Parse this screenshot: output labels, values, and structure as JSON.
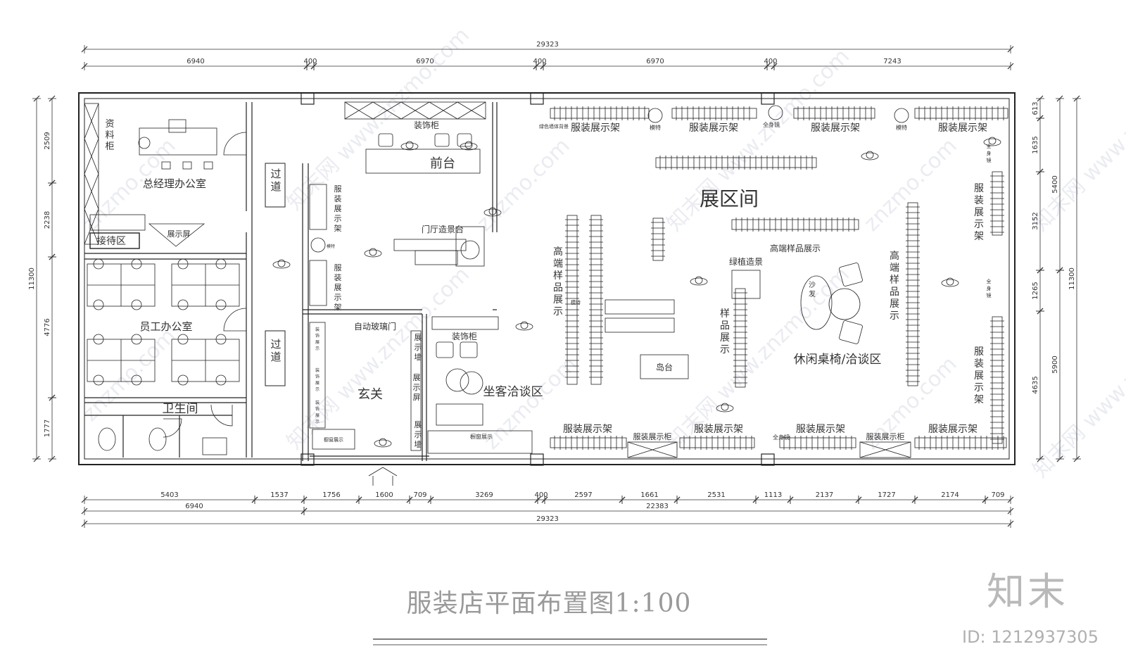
{
  "title": "服装店平面布置图1:100",
  "brand": "知末",
  "id_label": "ID: 1212937305",
  "watermark": "znzmo.com",
  "watermark_cn": "知末网",
  "dimensions": {
    "top_total": "29323",
    "top_segments": [
      "6940",
      "400",
      "6970",
      "400",
      "6970",
      "400",
      "7243"
    ],
    "bottom_segments": [
      "5403",
      "1537",
      "1756",
      "1600",
      "709",
      "3269",
      "400",
      "2597",
      "1661",
      "2531",
      "1113",
      "2137",
      "1727",
      "2174",
      "709"
    ],
    "bottom_left": "6940",
    "bottom_right": "22383",
    "bottom_total": "29323",
    "left_total": "11300",
    "left_segments": [
      "2509",
      "2238",
      "4776",
      "1777"
    ],
    "right_total": "11300",
    "right_segments": [
      "613",
      "1635",
      "3152",
      "1265",
      "4635"
    ],
    "right_groups": [
      "5400",
      "5900"
    ]
  },
  "rooms": {
    "archive_cabinet": "资料柜",
    "gm_office": "总经理办公室",
    "reception": "接待区",
    "display_screen": "展示屏",
    "staff_office": "员工办公室",
    "restroom": "卫生间",
    "corridor_1": "过道",
    "corridor_2": "过道",
    "deco_cabinet_top": "装饰柜",
    "front_desk": "前台",
    "lobby_scenery": "门厅造景台",
    "auto_door": "自动玻璃门",
    "foyer": "玄关",
    "deco_cabinet_mid": "装饰柜",
    "lounge": "坐客洽谈区",
    "display_wall_1": "展示墙",
    "display_screen_2": "展示屏",
    "display_wall_2": "展示墙",
    "window_display_1": "橱窗展示",
    "window_display_2": "橱窗展示",
    "exhibit_hall": "展区间",
    "rack_top_1": "服装展示架",
    "rack_top_2": "服装展示架",
    "rack_top_3": "服装展示架",
    "rack_top_4": "服装展示架",
    "mannequin_1": "模特",
    "mannequin_2": "模特",
    "mannequin_3": "模特",
    "mannequin_4": "模特",
    "mirror_top": "全身镜",
    "green_wall": "绿色墙体背景",
    "rack_left_1": "服装展示架",
    "rack_left_2": "服装展示架",
    "hi_end_left": "高端样品展示",
    "hi_end_top": "高端样品展示",
    "hi_end_right": "高端样品展示",
    "green_scene": "绿植造景",
    "sample_display": "样品展示",
    "island": "岛台",
    "leisure": "休闲桌椅/洽谈区",
    "sofa": "沙发",
    "rack_right_1": "服装展示架",
    "rack_right_2": "服装展示架",
    "mirror_r1": "全身镜",
    "mirror_r2": "全身镜",
    "rack_bottom_1": "服装展示架",
    "cabinet_bottom_1": "服装展示柜",
    "rack_bottom_2": "服装展示架",
    "mirror_bottom": "全身镜",
    "rack_bottom_3": "服装展示架",
    "cabinet_bottom_2": "服装展示柜",
    "rack_bottom_4": "服装展示架",
    "small_display_1": "装饰展示",
    "small_display_2": "装饰展示",
    "small_display_3": "装饰展示"
  },
  "colors": {
    "line": "#222222",
    "text": "#333333",
    "title": "#9a9a9a",
    "watermark": "#d9dde6"
  }
}
